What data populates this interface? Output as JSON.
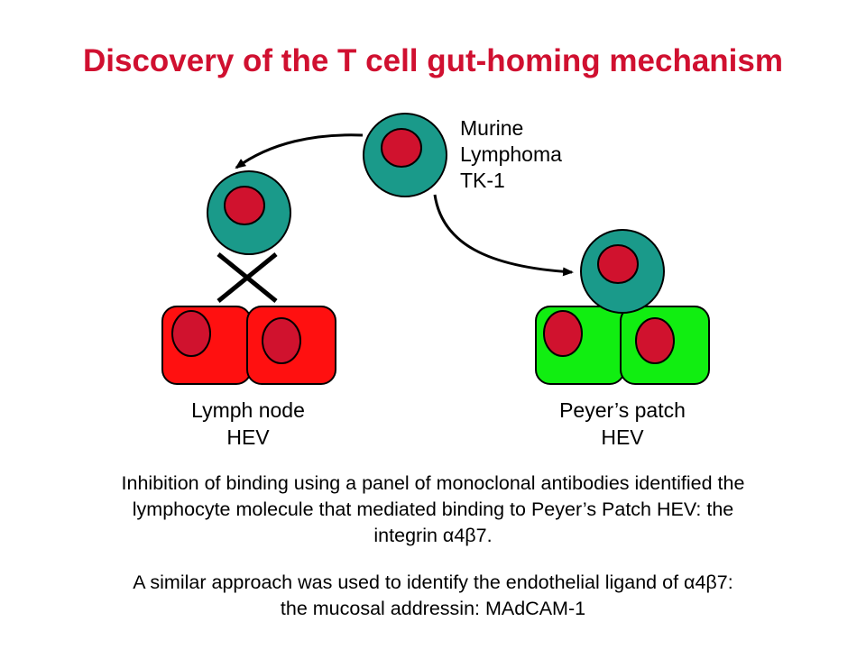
{
  "slide": {
    "title": "Discovery of the T cell gut-homing mechanism"
  },
  "diagram": {
    "tk1_label": [
      "Murine",
      "Lymphoma",
      "TK-1"
    ],
    "lymph_node_label": [
      "Lymph node",
      "HEV"
    ],
    "peyers_patch_label": [
      "Peyer’s patch",
      "HEV"
    ],
    "colors": {
      "lymphocyte_body": "#1a9a8a",
      "nucleus": "#d0122e",
      "lymph_node_hev": "#ff1010",
      "peyers_patch_hev": "#11ee11",
      "outline": "#000000"
    }
  },
  "text": {
    "para1_line1": "Inhibition of binding using a panel of monoclonal antibodies identified the",
    "para1_line2": "lymphocyte molecule that mediated binding to Peyer’s Patch HEV: the",
    "para1_line3": "integrin α4β7.",
    "para2_line1": "A similar approach was used to identify the endothelial ligand of α4β7:",
    "para2_line2": "the mucosal addressin: MAdCAM-1"
  }
}
